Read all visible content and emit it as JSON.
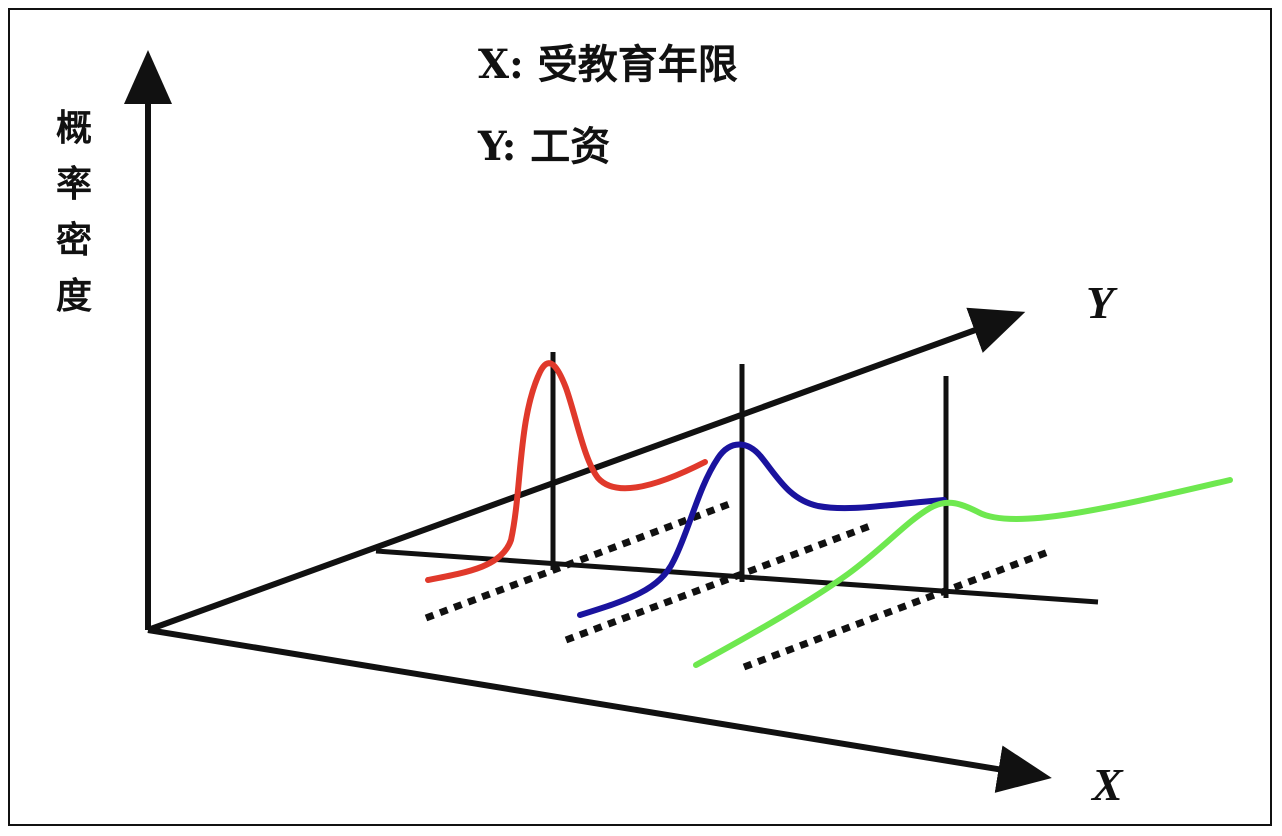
{
  "legend": {
    "x_line": "X:  受教育年限",
    "y_line": "Y:  工资"
  },
  "labels": {
    "vertical_axis": [
      "概",
      "率",
      "密",
      "度"
    ],
    "x_axis": "X",
    "y_axis": "Y"
  },
  "colors": {
    "line": "#111111",
    "curve_1": "#e0392b",
    "curve_2": "#1a139e",
    "curve_3": "#6ee84f"
  }
}
